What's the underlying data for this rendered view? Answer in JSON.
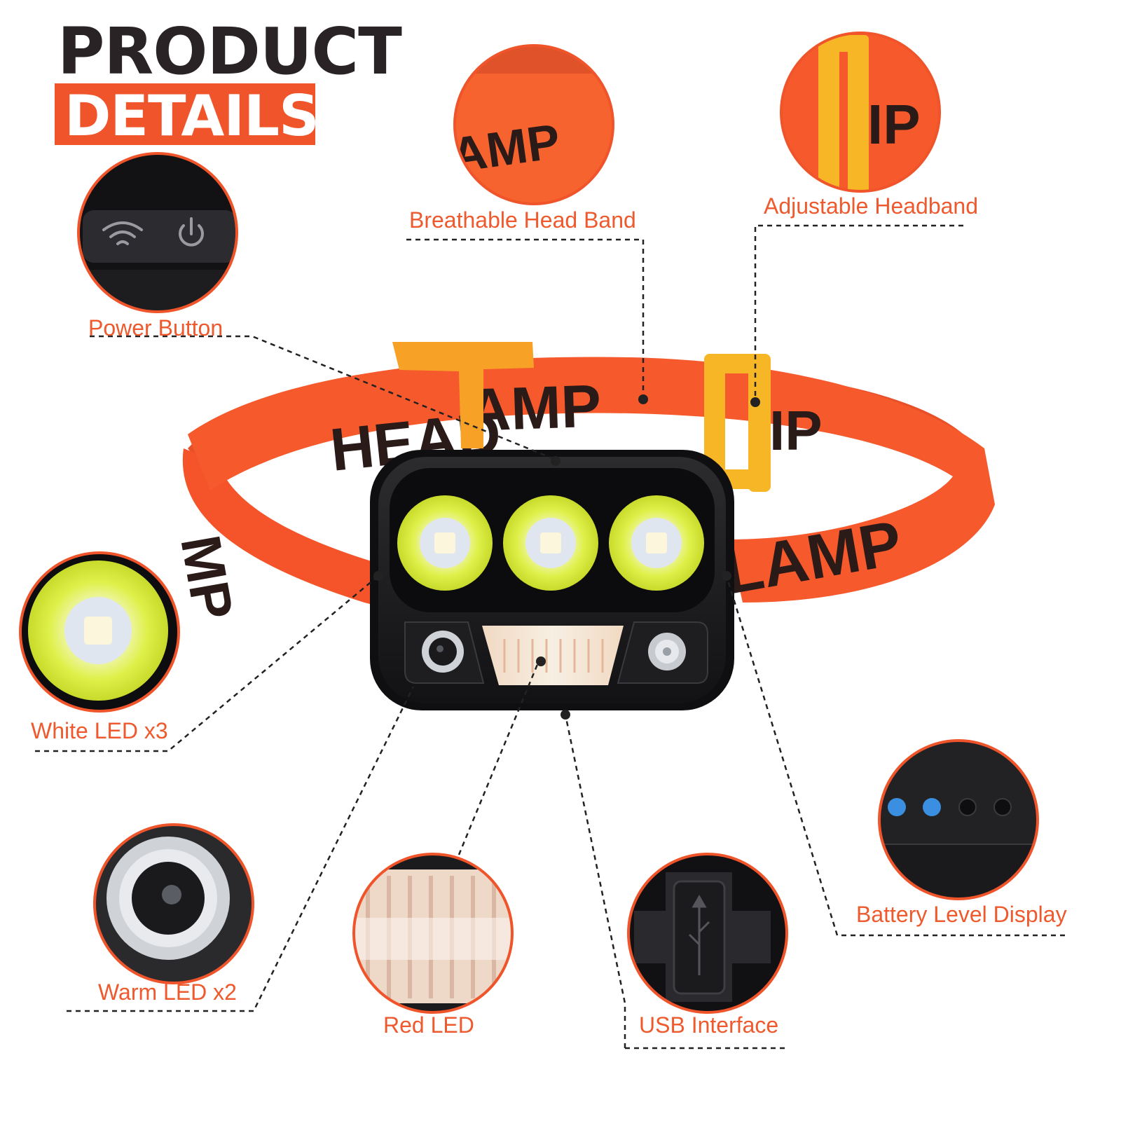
{
  "heading": {
    "line1": "PRODUCT",
    "line2": "DETAILS"
  },
  "band_print": {
    "text_left": "HEAD",
    "text_mid": "AMP",
    "text_right_top": "IP",
    "text_right_bottom": "LAMP",
    "text_left_side": "MP"
  },
  "callouts": {
    "breathable_head_band": "Breathable  Head Band",
    "adjustable_headband": "Adjustable Headband",
    "power_button": "Power Button",
    "white_led": "White LED x3",
    "warm_led": "Warm LED x2",
    "red_led": "Red LED",
    "usb_interface": "USB Interface",
    "battery_level_display": "Battery Level Display"
  },
  "colors": {
    "accent": "#f0542a",
    "band": "#f5542a",
    "buckle": "#f7a227",
    "housing": "#1b1b1d",
    "battery_on": "#3b8fe0"
  }
}
